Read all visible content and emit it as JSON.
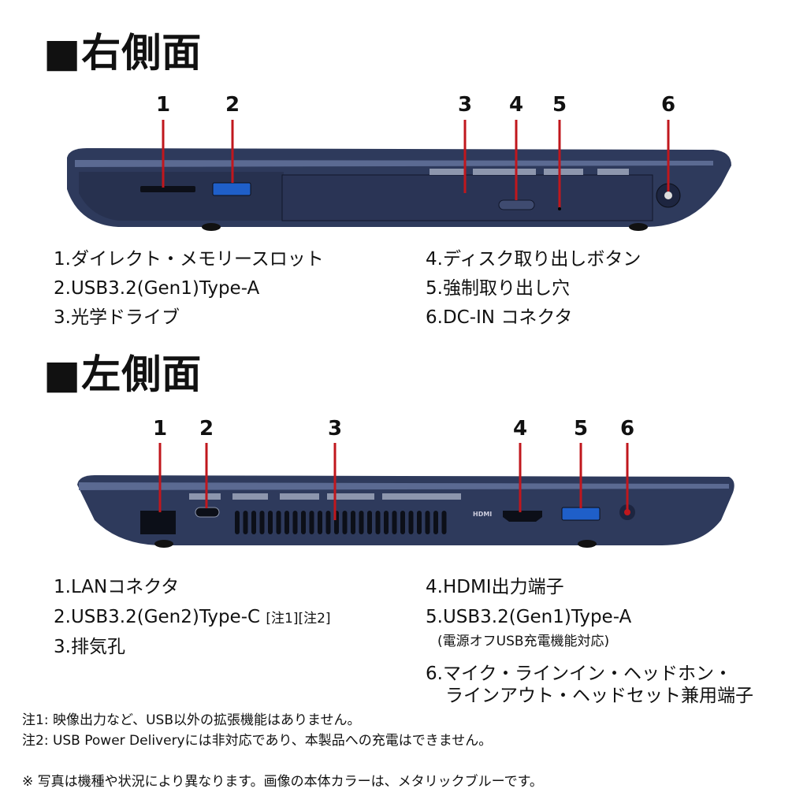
{
  "right": {
    "title": "■右側面",
    "numbers": [
      "1",
      "2",
      "3",
      "4",
      "5",
      "6"
    ],
    "items": [
      "1.ダイレクト・メモリースロット",
      "2.USB3.2(Gen1)Type-A",
      "3.光学ドライブ",
      "4.ディスク取り出しボタン",
      "5.強制取り出し穴",
      "6.DC-IN コネクタ"
    ]
  },
  "left": {
    "title": "■左側面",
    "numbers": [
      "1",
      "2",
      "3",
      "4",
      "5",
      "6"
    ],
    "items": [
      "1.LANコネクタ",
      "2.USB3.2(Gen2)Type-C",
      "3.排気孔",
      "4.HDMI出力端子",
      "5.USB3.2(Gen1)Type-A",
      "6.マイク・ラインイン・ヘッドホン・",
      "ラインアウト・ヘッドセット兼用端子"
    ],
    "item2_note": "[注1][注2]",
    "item5_note": "(電源オフUSB充電機能対応)",
    "hdmi_logo": "HDMI"
  },
  "notes": [
    "注1: 映像出力など、USB以外の拡張機能はありません。",
    "注2: USB Power Deliveryには非対応であり、本製品への充電はできません。"
  ],
  "disclaimer": "※ 写真は機種や状況により異なります。画像の本体カラーは、メタリックブルーです。",
  "colors": {
    "body": "#2e3a5c",
    "pointer": "#c0171d",
    "usb": "#1f5fc9"
  }
}
